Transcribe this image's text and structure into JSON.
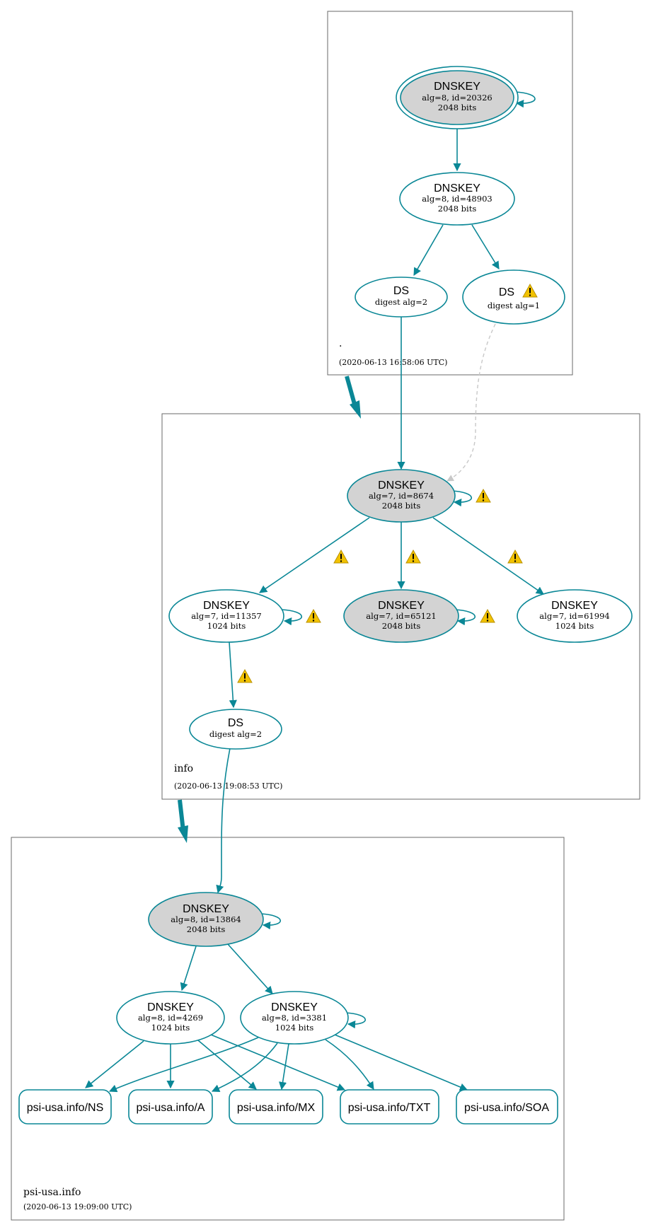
{
  "colors": {
    "edge": "#0a8796",
    "node_stroke": "#0a8796",
    "sep_fill": "#d3d3d3",
    "zone_border": "#6a6a6a",
    "warning": "#f2c200",
    "dashed_edge": "#c8c8c8"
  },
  "zones": {
    "root": {
      "label": ".",
      "time": "(2020-06-13 16:58:06 UTC)"
    },
    "info": {
      "label": "info",
      "time": "(2020-06-13 19:08:53 UTC)"
    },
    "psi": {
      "label": "psi-usa.info",
      "time": "(2020-06-13 19:09:00 UTC)"
    }
  },
  "nodes": {
    "root_ksk": {
      "title": "DNSKEY",
      "line1": "alg=8, id=20326",
      "line2": "2048 bits"
    },
    "root_zsk": {
      "title": "DNSKEY",
      "line1": "alg=8, id=48903",
      "line2": "2048 bits"
    },
    "root_ds2": {
      "title": "DS",
      "line1": "digest alg=2"
    },
    "root_ds1": {
      "title": "DS",
      "line1": "digest alg=1"
    },
    "info_ksk": {
      "title": "DNSKEY",
      "line1": "alg=7, id=8674",
      "line2": "2048 bits"
    },
    "info_11357": {
      "title": "DNSKEY",
      "line1": "alg=7, id=11357",
      "line2": "1024 bits"
    },
    "info_65121": {
      "title": "DNSKEY",
      "line1": "alg=7, id=65121",
      "line2": "2048 bits"
    },
    "info_61994": {
      "title": "DNSKEY",
      "line1": "alg=7, id=61994",
      "line2": "1024 bits"
    },
    "info_ds": {
      "title": "DS",
      "line1": "digest alg=2"
    },
    "psi_ksk": {
      "title": "DNSKEY",
      "line1": "alg=8, id=13864",
      "line2": "2048 bits"
    },
    "psi_4269": {
      "title": "DNSKEY",
      "line1": "alg=8, id=4269",
      "line2": "1024 bits"
    },
    "psi_3381": {
      "title": "DNSKEY",
      "line1": "alg=8, id=3381",
      "line2": "1024 bits"
    }
  },
  "rrsets": {
    "ns": "psi-usa.info/NS",
    "a": "psi-usa.info/A",
    "mx": "psi-usa.info/MX",
    "txt": "psi-usa.info/TXT",
    "soa": "psi-usa.info/SOA"
  },
  "icons": {
    "warning": "warning-icon",
    "self_loop": "self-signature-loop"
  }
}
